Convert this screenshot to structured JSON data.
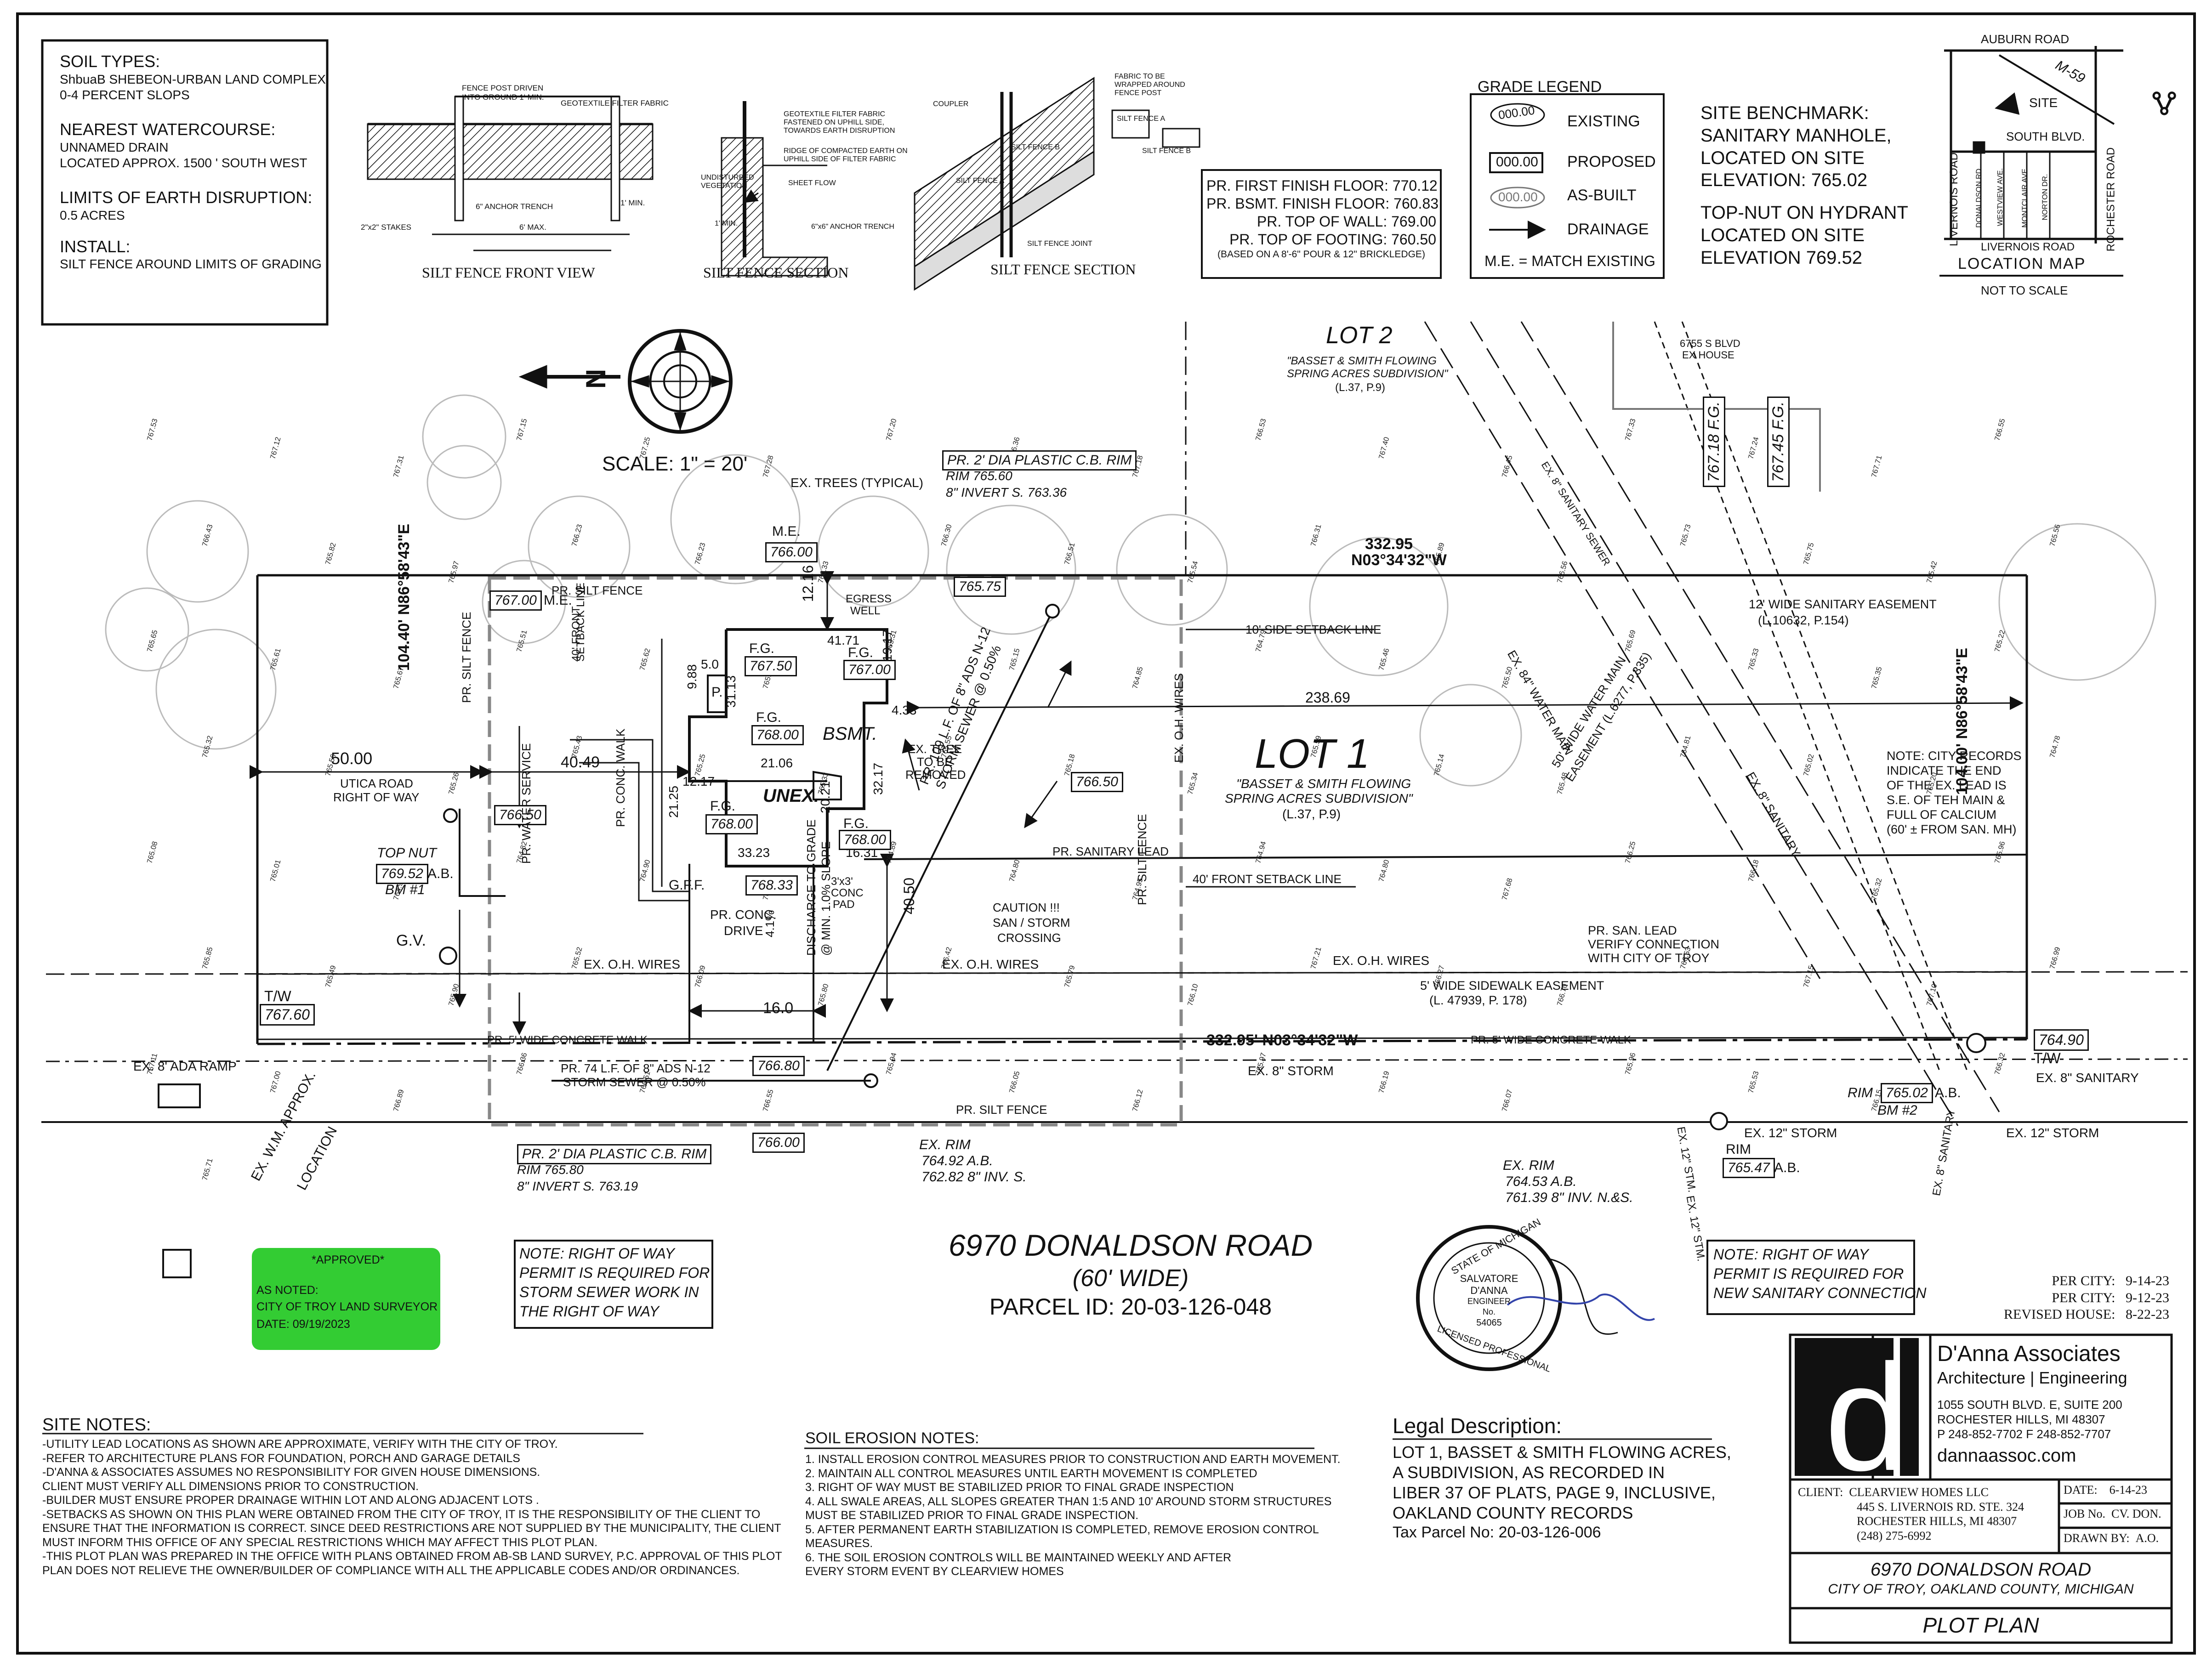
{
  "colors": {
    "ink": "#111111",
    "approved_bg": "#33cc33",
    "watermark": "#bbbbbb"
  },
  "icons": [
    "north-arrow-icon",
    "compass-rose-icon",
    "engineer-seal-icon",
    "firm-logo-icon",
    "signature-icon"
  ],
  "soil_notes": {
    "soil_types_title": "SOIL TYPES:",
    "soil_types_1": "ShbuaB SHEBEON-URBAN LAND COMPLEX",
    "soil_types_2": "0-4 PERCENT SLOPS",
    "watercourse_title": "NEAREST WATERCOURSE:",
    "watercourse_1": "UNNAMED DRAIN",
    "watercourse_2": "LOCATED APPROX. 1500 ' SOUTH WEST",
    "limits_title": "LIMITS OF EARTH DISRUPTION:",
    "limits_1": "0.5 ACRES",
    "install_title": "INSTALL:",
    "install_1": "SILT FENCE AROUND LIMITS OF GRADING"
  },
  "details": {
    "front_view_title": "SILT FENCE FRONT VIEW",
    "section_title": "SILT FENCE SECTION",
    "section2_title": "SILT FENCE SECTION",
    "fv_post": "FENCE POST DRIVEN",
    "fv_post2": "INTO GROUND 1' MIN.",
    "fv_fabric": "GEOTEXTILE FILTER FABRIC",
    "fv_trench": "6\" ANCHOR TRENCH",
    "fv_min": "1' MIN.",
    "fv_stakes": "2\"x2\" STAKES",
    "fv_max": "6' MAX.",
    "s_fabric1": "GEOTEXTILE FILTER FABRIC",
    "s_fabric2": "FASTENED ON UPHILL SIDE,",
    "s_fabric3": "TOWARDS EARTH DISRUPTION",
    "s_ridge1": "RIDGE OF COMPACTED EARTH ON",
    "s_ridge2": "UPHILL SIDE OF FILTER FABRIC",
    "s_undist1": "UNDISTURBED",
    "s_undist2": "VEGETATION",
    "s_sheet": "SHEET FLOW",
    "s_min": "1' MIN.",
    "s_trench": "6\"x6\" ANCHOR TRENCH",
    "s2_coupler": "COUPLER",
    "s2_fabric1": "FABRIC TO BE",
    "s2_fabric2": "WRAPPED AROUND",
    "s2_fabric3": "FENCE POST",
    "s2_fa": "SILT FENCE A",
    "s2_fb": "SILT FENCE B",
    "s2_fa2": "SILT FENCE A",
    "s2_fb2": "SILT FENCE B",
    "s2_joint": "SILT FENCE JOINT"
  },
  "floor_table": {
    "r1_label": "PR. FIRST FINISH FLOOR:",
    "r1_value": "770.12",
    "r2_label": "PR. BSMT. FINISH FLOOR:",
    "r2_value": "760.83",
    "r3_label": "PR. TOP OF WALL:",
    "r3_value": "769.00",
    "r4_label": "PR. TOP OF FOOTING:",
    "r4_value": "760.50",
    "note": "(BASED ON A 8'-6\" POUR & 12\" BRICKLEDGE)"
  },
  "grade_legend": {
    "title": "GRADE LEGEND",
    "existing_sample": "000.00",
    "existing": "EXISTING",
    "proposed_sample": "000.00",
    "proposed": "PROPOSED",
    "asbuilt_sample": "000.00",
    "asbuilt": "AS-BUILT",
    "drainage": "DRAINAGE",
    "match": "M.E. = MATCH EXISTING"
  },
  "benchmark": {
    "title": "SITE BENCHMARK:",
    "l1": "SANITARY MANHOLE,",
    "l2": "LOCATED ON SITE",
    "l3": "ELEVATION: 765.02",
    "l4": "TOP-NUT ON HYDRANT",
    "l5": "LOCATED ON SITE",
    "l6": "ELEVATION 769.52"
  },
  "location_map": {
    "auburn": "AUBURN ROAD",
    "m59": "M-59",
    "site": "SITE",
    "south_blvd": "SOUTH BLVD.",
    "livernois_v": "LIVERNOIS ROAD",
    "rochester": "ROCHESTER ROAD",
    "donaldson": "DONALDSON RD.",
    "westview": "WESTVIEW AVE.",
    "montclair": "MONTCLAIR AVE.",
    "norton": "NORTON DR.",
    "livernois_h": "LIVERNOIS ROAD",
    "title": "LOCATION MAP",
    "scale": "NOT TO SCALE"
  },
  "scale_label": "SCALE:  1\" = 20'",
  "north_letter": "N",
  "plan": {
    "lot2_title": "LOT 2",
    "lot2_sub1": "\"BASSET & SMITH FLOWING",
    "lot2_sub2": "SPRING ACRES SUBDIVISION\"",
    "lot2_sub3": "(L.37, P.9)",
    "ex_house1": "6755 S BLVD",
    "ex_house2": "EX HOUSE",
    "fg_a": "767.18  F.G.",
    "fg_b": "767.45  F.G.",
    "lot1_title": "LOT 1",
    "lot1_sub1": "\"BASSET & SMITH FLOWING",
    "lot1_sub2": "SPRING ACRES SUBDIVISION\"",
    "lot1_sub3": "(L.37, P.9)",
    "top_bearing_dist": "332.95",
    "top_bearing": "N03°34'32\"W",
    "bottom_bearing": "332.95' N03°34'32\"W",
    "left_bearing": "104.40' N86°58'43\"E",
    "right_bearing": "104.00' N86°58'43\"E",
    "side_setback": "10' SIDE SETBACK LINE",
    "front_setback": "40' FRONT SETBACK LINE",
    "front_setback_v1": "40' FRONT",
    "front_setback_v2": "SETBACK LINE",
    "dim_238": "238.69",
    "dim_50": "50.00",
    "utica1": "UTICA ROAD",
    "utica2": "RIGHT OF WAY",
    "dim_4049": "40.49",
    "dim_1216": "12.16",
    "dim_4171": "41.71",
    "dim_1917": "19.17",
    "dim_433": "4.33",
    "dim_50b": "5.0",
    "dim_988": "9.88",
    "dim_3113": "31.13",
    "dim_2106": "21.06",
    "dim_1217": "12.17",
    "dim_2125": "21.25",
    "dim_3323": "33.23",
    "dim_2021": "20.21",
    "dim_3217": "32.17",
    "dim_1631": "16.31",
    "dim_4050": "40.50",
    "dim_160": "16.0",
    "egress1": "EGRESS",
    "egress2": "WELL",
    "p_label": "P.",
    "bsmt": "BSMT.",
    "unex": "UNEX.",
    "fg1": "F.G.",
    "fg1_v": "767.50",
    "fg2": "F.G.",
    "fg2_v": "767.00",
    "fg3": "F.G.",
    "fg3_v": "768.00",
    "fg4": "F.G.",
    "fg4_v": "768.00",
    "fg5": "F.G.",
    "fg5_v": "768.00",
    "gff": "G.F.F.",
    "gff_v": "768.33",
    "me_top": "M.E.",
    "me_top_v": "766.00",
    "me_left_v": "767.00",
    "me_left": "M.E.",
    "x_76575": "765.75",
    "x_76650a": "766.50",
    "x_76650b": "766.50",
    "tw_left": "T/W",
    "tw_left_v": "767.60",
    "tw_right": "T/W",
    "tw_right_v": "764.90",
    "x_76680": "766.80",
    "x_76600": "766.00",
    "ex_trees": "EX. TREES (TYPICAL)",
    "pr_silt_fence_top": "PR. SILT FENCE",
    "pr_silt_fence_left": "PR. SILT FENCE",
    "pr_silt_fence_mid": "PR. SILT FENCE",
    "pr_silt_fence_bot": "PR. SILT FENCE",
    "pr_water": "PR. WATER SERVICE",
    "pr_conc_walk": "PR. CONC. WALK",
    "pr_conc1": "PR. CONC.",
    "pr_conc2": "DRIVE",
    "slope41": "4.1%",
    "pad1": "3'x3'",
    "pad2": "CONC",
    "pad3": "PAD",
    "ex_tree1": "EX. TREE",
    "ex_tree2": "TO BE",
    "ex_tree3": "REMOVED",
    "storm1": "PR. 109 L.F. OF 8\" ADS N-12",
    "storm2": "STORM SEWER @ 0.50%",
    "pr_san_lead": "PR. SANITARY LEAD",
    "caution1": "CAUTION !!!",
    "caution2": "SAN / STORM",
    "caution3": "CROSSING",
    "discharge1": "DISCHARGE TO GRADE",
    "discharge2": "@ MIN. 1.0% SLOPE",
    "ex_oh1": "EX. O.H. WIRES",
    "ex_oh2": "EX. O.H. WIRES",
    "ex_oh3": "EX. O.H. WIRES",
    "ex_oh_v": "EX. O.H. WIRES",
    "pr_walk1": "PR. 5' WIDE CONCRETE WALK",
    "pr_walk2": "PR. 5' WIDE CONCRETE WALK",
    "sidewalk_ease1": "5' WIDE SIDEWALK EASEMENT",
    "sidewalk_ease2": "(L. 47939, P. 178)",
    "san_ease1": "12' WIDE SANITARY EASEMENT",
    "san_ease2": "(L.10632, P.154)",
    "wm_ease1": "50' WIDE WATER MAIN",
    "wm_ease2": "EASEMENT (L.6277, P.335)",
    "ex_84_wm": "EX. 84\" WATER MAIN",
    "ex_8_san": "EX. 8\" SANITARY",
    "ex_8_san_top": "EX. 8\" SANITARY SEWER",
    "ex_8_storm": "EX. 8\" STORM",
    "ex_8_san_r": "EX. 8\" SANITARY",
    "ex_12_storm1": "EX. 12\" STORM",
    "ex_12_storm2": "EX. 12\" STORM",
    "ex_12_stm_v1": "EX. 12\" STM.",
    "ex_12_stm_v2": "EX. 12\" STM.",
    "ex_8_san_v": "EX. 8\" SANITARY",
    "city_note1": "NOTE:  CITY RECORDS",
    "city_note2": "INDICATE THE END",
    "city_note3": "OF THE EX. LEAD IS",
    "city_note4": "S.E. OF TEH MAIN &",
    "city_note5": "FULL OF CALCIUM",
    "city_note6": "(60' ± FROM SAN. MH)",
    "pr_san_lead2_1": "PR. SAN. LEAD",
    "pr_san_lead2_2": "VERIFY CONNECTION",
    "pr_san_lead2_3": "WITH CITY OF TROY",
    "top_nut1": "TOP NUT",
    "top_nut_v": "769.52",
    "top_nut_ab": "A.B.",
    "top_nut_bm": "BM #1",
    "gv": "G.V.",
    "cb_top1": "PR. 2' DIA PLASTIC C.B. RIM",
    "cb_top2": "RIM 765.60",
    "cb_top3": "8\" INVERT S. 763.36",
    "cb_bot1": "PR. 2' DIA PLASTIC C.B. RIM",
    "cb_bot2": "RIM 765.80",
    "cb_bot3": "8\" INVERT S. 763.19",
    "storm74_1": "PR. 74 L.F. OF 8\" ADS N-12",
    "storm74_2": "STORM SEWER @ 0.50%",
    "ex_rim1": "EX. RIM",
    "ex_rim2": "764.92  A.B.",
    "ex_rim3": "762.82 8\" INV. S.",
    "ex_rim_b1": "EX. RIM",
    "ex_rim_b2": "764.53  A.B.",
    "ex_rim_b3": "761.39 8\" INV. N.&S.",
    "rim_bm2": "RIM",
    "rim_bm2_v": "765.02",
    "rim_bm2_ab": "A.B.",
    "rim_bm2_bm": "BM #2",
    "rim2": "RIM",
    "rim2_v": "765.47",
    "rim2_ab": "A.B.",
    "ada": "EX. 8' ADA RAMP",
    "wm_approx1": "EX. W.M. APPROX.",
    "wm_approx2": "LOCATION",
    "road_name": "6970 DONALDSON ROAD",
    "road_width": "(60' WIDE)",
    "parcel": "PARCEL ID:  20-03-126-048",
    "note_row1": "NOTE:  RIGHT OF WAY",
    "note_row2": "PERMIT IS REQUIRED FOR",
    "note_row3": "STORM SEWER WORK IN",
    "note_row4": "THE RIGHT OF WAY",
    "note_san1": "NOTE:  RIGHT OF WAY",
    "note_san2": "PERMIT IS REQUIRED FOR",
    "note_san3": "NEW SANITARY CONNECTION"
  },
  "approved": {
    "title": "*APPROVED*",
    "l1": "AS NOTED:",
    "l2": "CITY OF TROY LAND SURVEYOR",
    "l3": "DATE: 09/19/2023"
  },
  "seal": {
    "top": "STATE OF MICHIGAN",
    "name1": "SALVATORE",
    "name2": "D'ANNA",
    "title": "ENGINEER",
    "no": "No.",
    "num": "54065",
    "bottom": "LICENSED PROFESSIONAL"
  },
  "site_notes": {
    "title": "SITE NOTES:",
    "l1": "-UTILITY LEAD LOCATIONS AS SHOWN ARE APPROXIMATE, VERIFY WITH THE CITY OF TROY.",
    "l2": "-REFER TO ARCHITECTURE PLANS FOR FOUNDATION, PORCH AND GARAGE DETAILS",
    "l3": "-D'ANNA & ASSOCIATES ASSUMES NO RESPONSIBILITY FOR GIVEN HOUSE DIMENSIONS.",
    "l4": "CLIENT MUST VERIFY ALL DIMENSIONS PRIOR TO CONSTRUCTION.",
    "l5": "-BUILDER MUST ENSURE PROPER DRAINAGE WITHIN LOT AND ALONG ADJACENT LOTS .",
    "l6": "-SETBACKS AS SHOWN ON THIS PLAN WERE OBTAINED FROM THE CITY OF TROY,  IT IS THE RESPONSIBILITY OF THE CLIENT TO",
    "l7": "ENSURE THAT THE INFORMATION IS CORRECT.  SINCE DEED RESTRICTIONS ARE NOT SUPPLIED BY THE MUNICIPALITY, THE CLIENT",
    "l8": "MUST INFORM THIS OFFICE OF ANY SPECIAL RESTRICTIONS WHICH MAY AFFECT THIS PLOT PLAN.",
    "l9": "-THIS PLOT PLAN WAS PREPARED IN THE OFFICE WITH PLANS OBTAINED FROM AB-SB LAND SURVEY, P.C. APPROVAL OF THIS PLOT",
    "l10": "PLAN DOES NOT RELIEVE THE OWNER/BUILDER OF COMPLIANCE WITH ALL THE APPLICABLE CODES AND/OR ORDINANCES."
  },
  "erosion_notes": {
    "title": "SOIL EROSION NOTES:",
    "l1": "1. INSTALL EROSION CONTROL MEASURES PRIOR TO CONSTRUCTION AND EARTH MOVEMENT.",
    "l2": "2. MAINTAIN ALL CONTROL MEASURES UNTIL EARTH MOVEMENT IS COMPLETED",
    "l3": "3. RIGHT OF WAY MUST BE STABILIZED PRIOR TO FINAL GRADE INSPECTION",
    "l4": "4. ALL SWALE AREAS, ALL SLOPES GREATER THAN 1:5 AND 10' AROUND STORM STRUCTURES",
    "l5": "MUST BE STABILIZED PRIOR TO FINAL GRADE INSPECTION.",
    "l6": "5. AFTER PERMANENT EARTH STABILIZATION IS COMPLETED, REMOVE EROSION CONTROL",
    "l7": "MEASURES.",
    "l8": "6. THE SOIL EROSION CONTROLS WILL BE MAINTAINED WEEKLY AND AFTER",
    "l9": "EVERY STORM EVENT BY CLEARVIEW HOMES"
  },
  "legal": {
    "title": "Legal Description:",
    "l1": "LOT 1, BASSET & SMITH FLOWING ACRES,",
    "l2": "A SUBDIVISION, AS RECORDED IN",
    "l3": "LIBER 37 OF PLATS, PAGE 9, INCLUSIVE,",
    "l4": "OAKLAND COUNTY RECORDS",
    "l5": "Tax Parcel No:  20-03-126-006"
  },
  "revisions": {
    "r1_label": "PER CITY:",
    "r1_date": "9-14-23",
    "r2_label": "PER CITY:",
    "r2_date": "9-12-23",
    "r3_label": "REVISED HOUSE:",
    "r3_date": "8-22-23"
  },
  "firm": {
    "logo_letter": "d",
    "name": "D'Anna Associates",
    "tagline": "Architecture | Engineering",
    "addr1": "1055 SOUTH BLVD.  E, SUITE 200",
    "addr2": "ROCHESTER   HILLS,  MI  48307",
    "phone": "P 248-852-7702    F 248-852-7707",
    "web": "dannaassoc.com"
  },
  "title_block": {
    "client_label": "CLIENT:",
    "client1": "CLEARVIEW HOMES LLC",
    "client2": "445 S. LIVERNOIS RD. STE. 324",
    "client3": "ROCHESTER HILLS, MI 48307",
    "client4": "(248) 275-6992",
    "date_label": "DATE:",
    "date_value": "6-14-23",
    "job_label": "JOB No.",
    "job_value": "CV. DON.",
    "drawn_label": "DRAWN BY:",
    "drawn_value": "A.O.",
    "project": "6970 DONALDSON ROAD",
    "city": "CITY OF TROY, OAKLAND COUNTY, MICHIGAN",
    "sheet": "PLOT PLAN"
  },
  "spot_elevations": [
    "767.53",
    "767.12",
    "767.31",
    "767.15",
    "767.25",
    "767.28",
    "767.20",
    "766.36",
    "767.18",
    "766.53",
    "767.40",
    "766.45",
    "767.33",
    "767.24",
    "767.71",
    "766.55",
    "766.43",
    "765.82",
    "765.97",
    "766.23",
    "766.23",
    "766.33",
    "766.30",
    "766.51",
    "765.54",
    "766.31",
    "765.89",
    "766.56",
    "765.73",
    "765.75",
    "765.42",
    "765.56",
    "765.65",
    "765.61",
    "765.67",
    "765.51",
    "765.62",
    "765.67",
    "765.31",
    "765.15",
    "764.85",
    "764.79",
    "765.46",
    "765.50",
    "765.69",
    "765.33",
    "765.35",
    "765.22",
    "765.32",
    "765.56",
    "765.26",
    "765.43",
    "765.25",
    "765.33",
    "765.55",
    "765.18",
    "765.34",
    "765.59",
    "765.14",
    "765.48",
    "764.81",
    "765.02",
    "765.20",
    "764.78",
    "765.08",
    "765.01",
    "764.93",
    "764.82",
    "764.90",
    "764.91",
    "764.89",
    "764.80",
    "764.95",
    "764.94",
    "764.80",
    "767.68",
    "766.25",
    "766.18",
    "765.32",
    "765.96",
    "765.85",
    "765.49",
    "765.90",
    "765.52",
    "766.09",
    "765.80",
    "766.42",
    "765.79",
    "766.10",
    "767.21",
    "766.27",
    "766.70",
    "766.53",
    "767.15",
    "767.10",
    "766.99",
    "767.11",
    "767.00",
    "766.89",
    "766.36",
    "766.51",
    "766.55",
    "765.94",
    "766.05",
    "766.12",
    "765.97",
    "766.19",
    "766.07",
    "765.96",
    "765.53",
    "766.15",
    "766.32",
    "765.71"
  ]
}
